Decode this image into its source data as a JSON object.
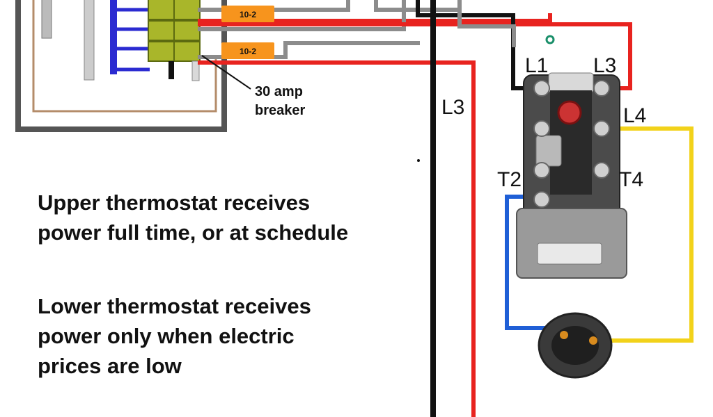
{
  "breaker_labels": {
    "cable_upper": "10-2",
    "cable_lower": "10-2",
    "breaker_line1": "30 amp",
    "breaker_line2": "breaker"
  },
  "terminal_labels": {
    "l1": "L1",
    "l3_top": "L3",
    "l3_wire": "L3",
    "l4": "L4",
    "t2": "T2",
    "t4": "T4"
  },
  "descriptions": {
    "upper_line1": "Upper thermostat receives",
    "upper_line2": "power full time, or at schedule",
    "lower_line1": "Lower thermostat receives",
    "lower_line2": "power only when electric",
    "lower_line3": "prices are low"
  },
  "colors": {
    "wire_red": "#e8231f",
    "wire_black": "#111111",
    "wire_gray": "#8c8c8c",
    "wire_blue": "#1f5fd6",
    "wire_yellow": "#f2d21a",
    "cable_orange": "#f7941d",
    "breaker_green": "#a9b62a",
    "panel_gray": "#555555",
    "bus_blue": "#2b2bd1"
  }
}
